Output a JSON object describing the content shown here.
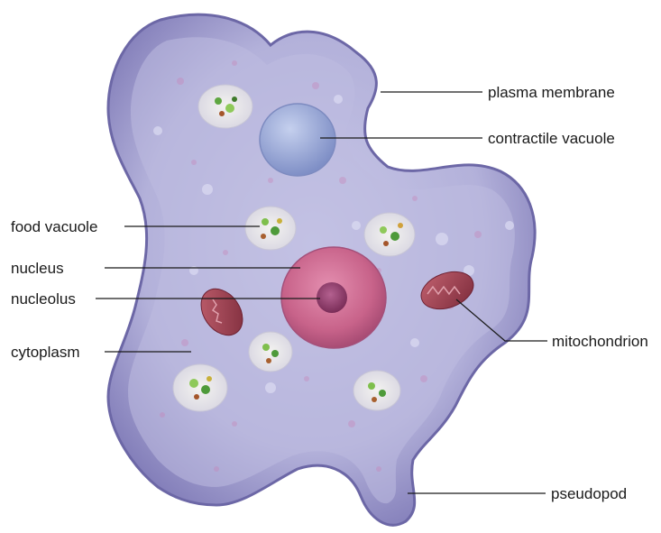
{
  "labels": {
    "plasma_membrane": "plasma membrane",
    "contractile_vacuole": "contractile vacuole",
    "food_vacuole": "food vacuole",
    "nucleus": "nucleus",
    "nucleolus": "nucleolus",
    "cytoplasm": "cytoplasm",
    "mitochondrion": "mitochondrion",
    "pseudopod": "pseudopod"
  },
  "colors": {
    "cytoplasm": "#b7b6dc",
    "membrane_edge": "#6e6aa8",
    "nucleus": "#c2607f",
    "nucleolus": "#8c3a63",
    "mitochondrion": "#9a3c4c",
    "contractile_vacuole": "#8f9fcf",
    "leader_line": "#1a1a1a"
  }
}
